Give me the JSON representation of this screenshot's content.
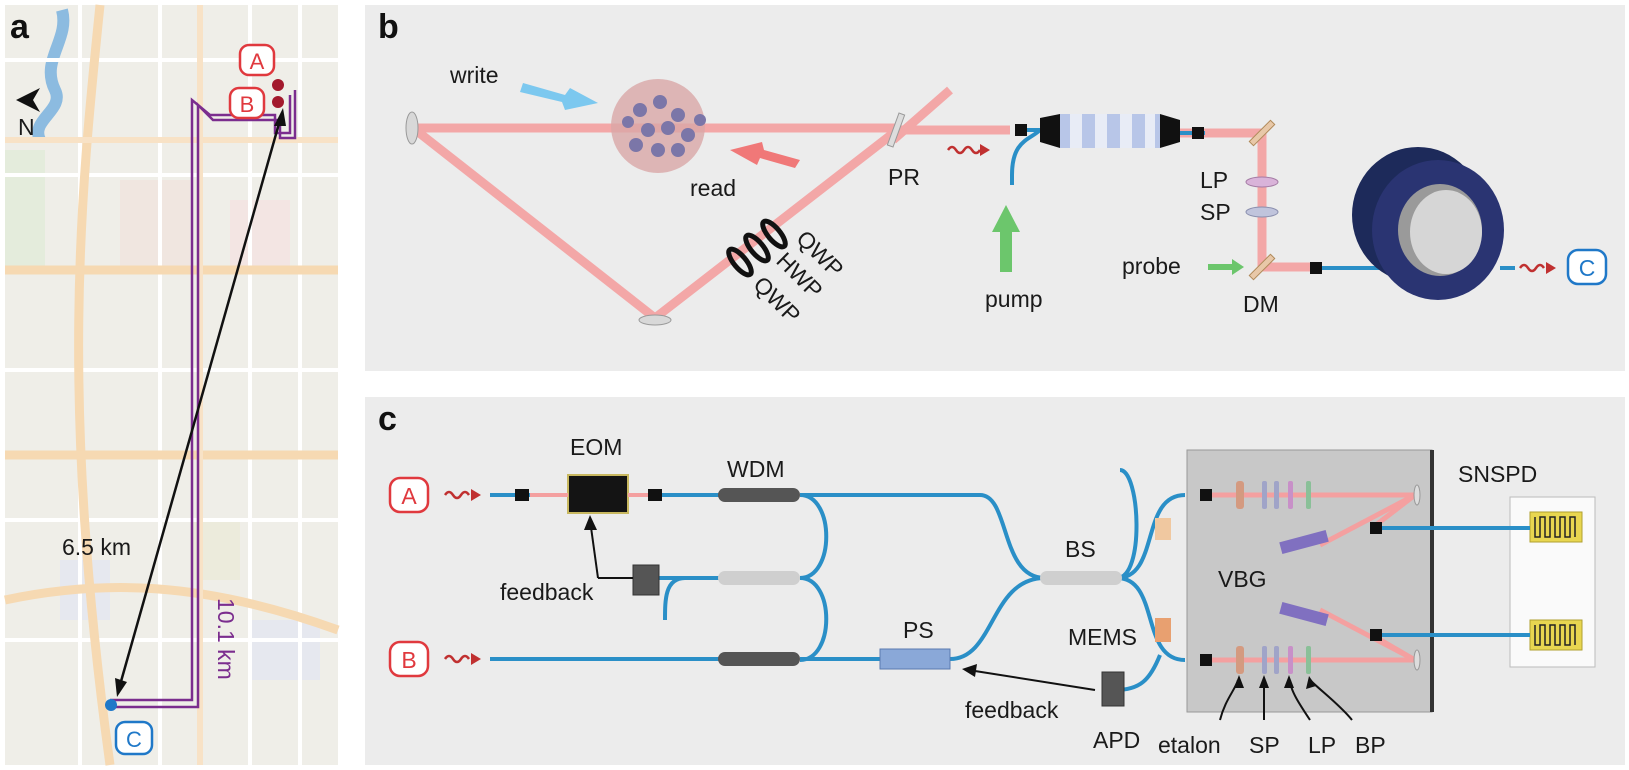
{
  "panel_a": {
    "letter": "a",
    "north": "N",
    "node_a": "A",
    "node_b": "B",
    "node_c": "C",
    "distance_direct": "6.5 km",
    "distance_fiber": "10.1 km",
    "colors": {
      "route": "#7b2d8e",
      "node_ab": "#e0393e",
      "node_c": "#1f78c8"
    }
  },
  "panel_b": {
    "letter": "b",
    "write": "write",
    "read": "read",
    "pr": "PR",
    "qwp1": "QWP",
    "hwp": "HWP",
    "qwp2": "QWP",
    "pump": "pump",
    "lp": "LP",
    "sp": "SP",
    "probe": "probe",
    "dm": "DM",
    "node_c": "C",
    "colors": {
      "beam": "#f4a0a0",
      "fiber": "#2a8fc7",
      "write_arrow": "#7cc8ef",
      "read_arrow": "#f07878",
      "pump_arrow": "#6cc66c"
    }
  },
  "panel_c": {
    "letter": "c",
    "eom": "EOM",
    "wdm": "WDM",
    "bs": "BS",
    "ps": "PS",
    "mems": "MEMS",
    "vbg": "VBG",
    "snspd": "SNSPD",
    "apd": "APD",
    "feedback_top": "feedback",
    "feedback_bottom": "feedback",
    "etalon": "etalon",
    "sp": "SP",
    "lp": "LP",
    "bp": "BP",
    "node_a": "A",
    "node_b": "B"
  }
}
